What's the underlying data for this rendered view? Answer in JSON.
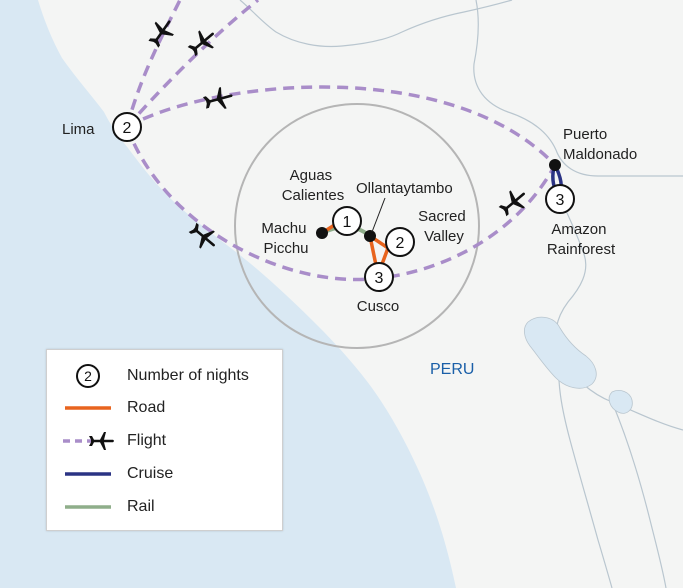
{
  "country_label": "PERU",
  "places": [
    {
      "name": "Lima",
      "nights": "2"
    },
    {
      "name": "Puerto Maldonado",
      "lines": [
        "Puerto",
        "Maldonado"
      ]
    },
    {
      "name": "Amazon Rainforest",
      "lines": [
        "Amazon",
        "Rainforest"
      ],
      "nights": "3"
    },
    {
      "name": "Aguas Calientes",
      "lines": [
        "Aguas",
        "Calientes"
      ],
      "nights": "1"
    },
    {
      "name": "Machu Picchu",
      "lines": [
        "Machu",
        "Picchu"
      ]
    },
    {
      "name": "Ollantaytambo"
    },
    {
      "name": "Sacred Valley",
      "lines": [
        "Sacred",
        "Valley"
      ],
      "nights": "2"
    },
    {
      "name": "Cusco",
      "nights": "3"
    }
  ],
  "legend": {
    "nights_sample": "2",
    "items": [
      {
        "key": "nights",
        "label": "Number of nights"
      },
      {
        "key": "road",
        "label": "Road",
        "color": "#e8641e"
      },
      {
        "key": "flight",
        "label": "Flight",
        "color": "#a98dc9"
      },
      {
        "key": "cruise",
        "label": "Cruise",
        "color": "#2b3384"
      },
      {
        "key": "rail",
        "label": "Rail",
        "color": "#8fae8a"
      }
    ]
  },
  "colors": {
    "sea": "#d9e8f3",
    "land": "#f4f5f4",
    "border": "#b9c6cf",
    "lake": "#d9e8f3",
    "circle": "#b5b5b5",
    "flight": "#a98dc9",
    "road": "#e8641e",
    "rail": "#8fae8a",
    "cruise": "#2b3384",
    "country_label": "#1a5fa8"
  },
  "icons": {
    "flight_marker": "airplane-icon",
    "stop_marker": "location-dot-icon",
    "nights_marker": "nights-badge-icon"
  }
}
